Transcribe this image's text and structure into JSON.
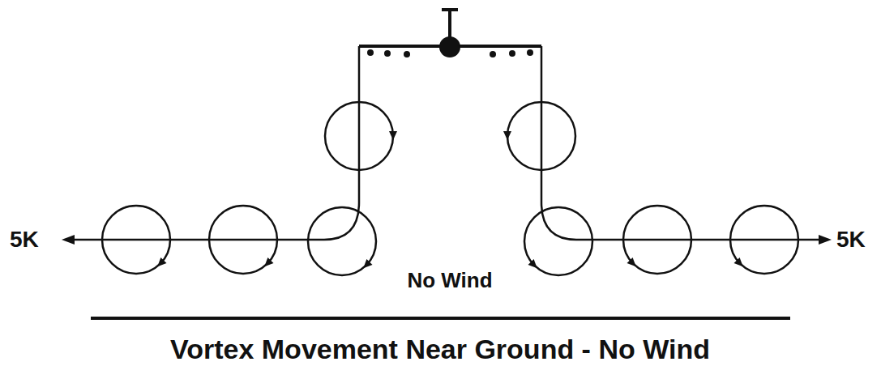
{
  "diagram": {
    "caption": "Vortex Movement Near Ground - No Wind",
    "labels": [
      "5K",
      "5K",
      "No Wind"
    ]
  }
}
